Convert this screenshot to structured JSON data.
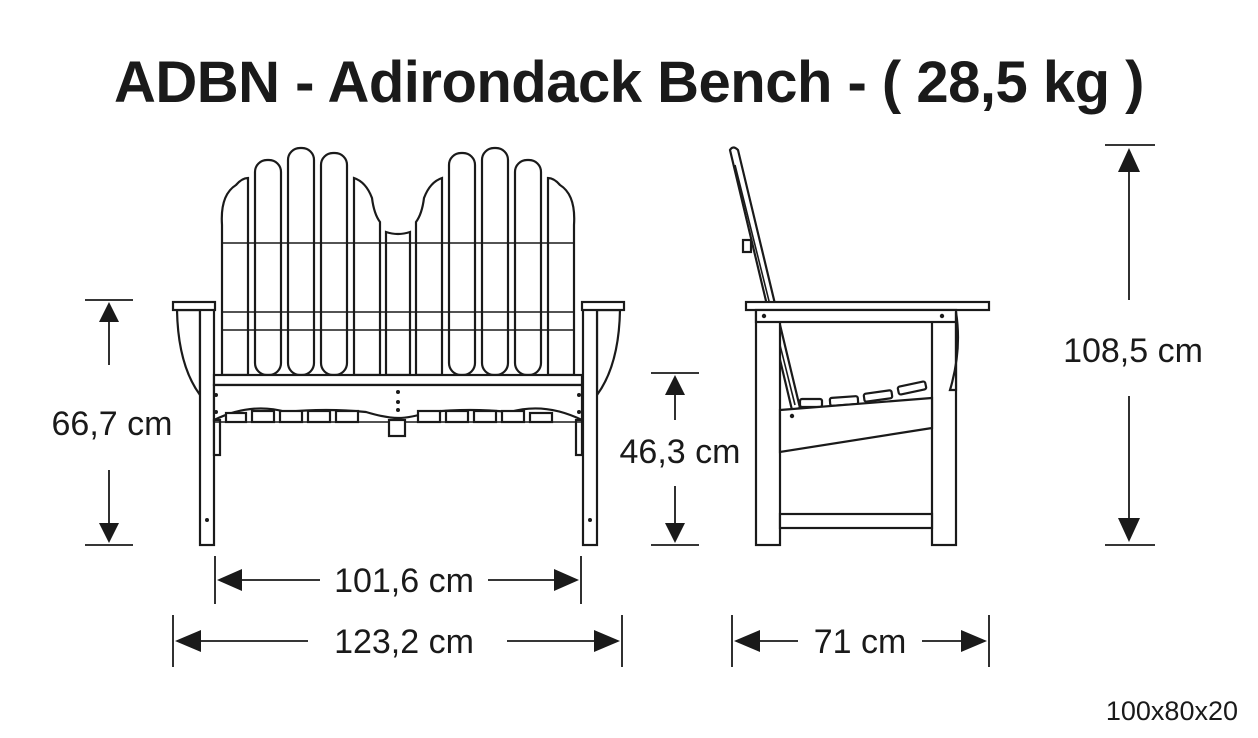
{
  "title": "ADBN - Adirondack Bench - ( 28,5 kg )",
  "dimensions": {
    "arm_height": "66,7 cm",
    "seat_height": "46,3 cm",
    "total_height": "108,5 cm",
    "inner_width": "101,6 cm",
    "total_width": "123,2 cm",
    "depth": "71 cm"
  },
  "package_code": "100x80x20"
}
